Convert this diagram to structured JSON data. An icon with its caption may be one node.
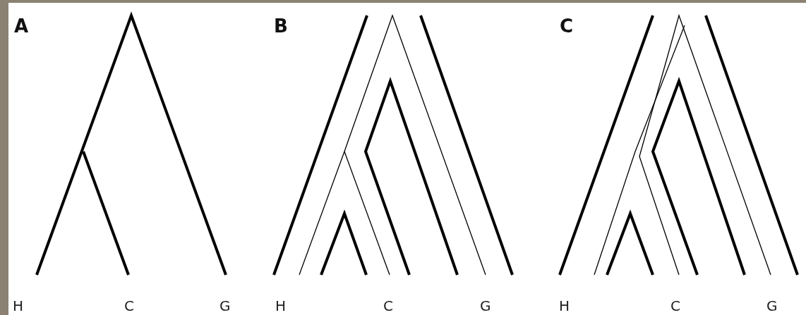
{
  "diagram": {
    "labels": [
      "A",
      "H",
      "C",
      "G",
      "B",
      "H",
      "C",
      "G",
      "C",
      "H",
      "C",
      "G"
    ]
  }
}
